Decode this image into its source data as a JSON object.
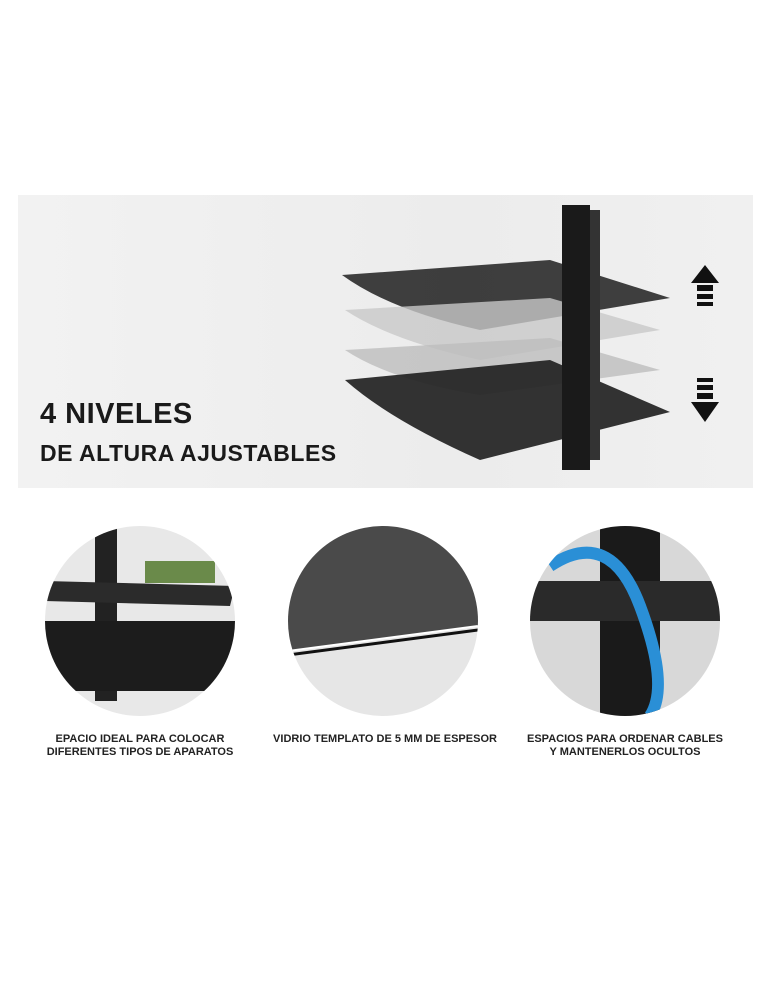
{
  "banner": {
    "title_line1": "4 NIVELES",
    "title_line2": "DE ALTURA AJUSTABLES"
  },
  "features": [
    {
      "caption_line1": "EPACIO IDEAL PARA COLOCAR",
      "caption_line2": "DIFERENTES TIPOS DE APARATOS"
    },
    {
      "caption_line1": "VIDRIO TEMPLATO DE 5 MM DE ESPESOR",
      "caption_line2": ""
    },
    {
      "caption_line1": "ESPACIOS PARA ORDENAR CABLES",
      "caption_line2": "Y MANTENERLOS OCULTOS"
    }
  ]
}
